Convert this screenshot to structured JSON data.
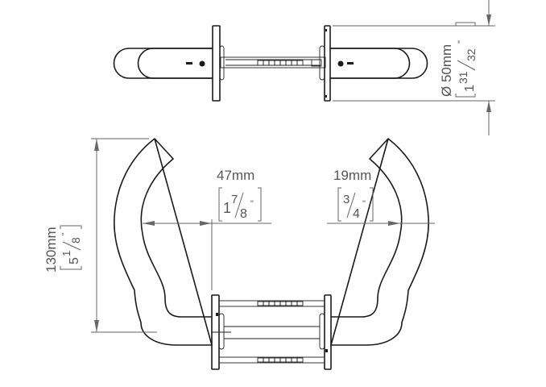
{
  "top_view": {
    "diameter_label": "Ø 50mm",
    "diameter_inch_whole": "1",
    "diameter_inch_num": "31",
    "diameter_inch_den": "32",
    "inch_mark": "\""
  },
  "front_view": {
    "height_label": "130mm",
    "height_inch_whole": "5",
    "height_inch_num": "1",
    "height_inch_den": "8",
    "projection_label": "47mm",
    "projection_inch_whole": "1",
    "projection_inch_num": "7",
    "projection_inch_den": "8",
    "grip_label": "19mm",
    "grip_inch_num": "3",
    "grip_inch_den": "4",
    "inch_mark": "\""
  }
}
